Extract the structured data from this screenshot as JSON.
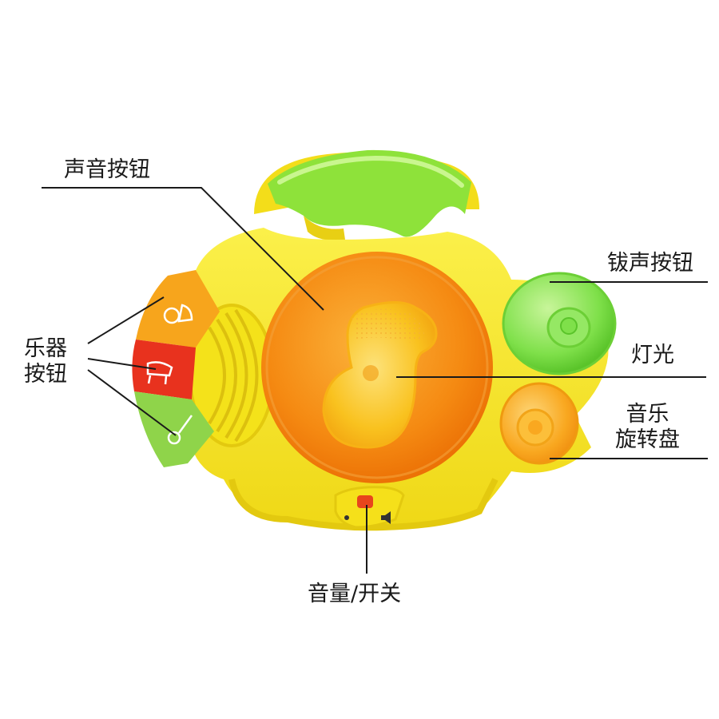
{
  "labels": {
    "sound_button": "声音按钮",
    "cymbal_button": "钹声按钮",
    "light": "灯光",
    "music_dial_line1": "音乐",
    "music_dial_line2": "旋转盘",
    "instrument_buttons_line1": "乐器",
    "instrument_buttons_line2": "按钮",
    "volume_switch": "音量/开关"
  },
  "colors": {
    "body_yellow": "#f7e61a",
    "body_shadow": "#e3c90f",
    "handle_green": "#8ee23a",
    "center_orange": "#f58a12",
    "inner_amber": "#f9c21f",
    "cymbal_green": "#7fe04a",
    "dial_orange": "#f9a820",
    "instrument_orange": "#f7a51c",
    "instrument_red": "#e8321e",
    "instrument_green": "#8fd44a",
    "switch_red": "#e8451c"
  },
  "icons": [
    "bell-icon",
    "piano-icon",
    "guitar-icon",
    "speaker-icon"
  ]
}
